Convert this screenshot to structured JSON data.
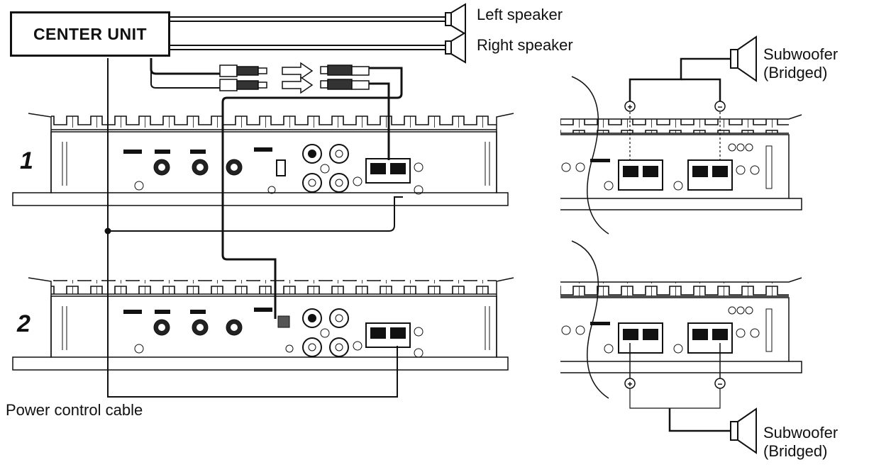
{
  "center_unit": {
    "label": "CENTER UNIT"
  },
  "speakers": {
    "left": "Left speaker",
    "right": "Right speaker"
  },
  "subwoofer_top": {
    "line1": "Subwoofer",
    "line2": "(Bridged)"
  },
  "subwoofer_bottom": {
    "line1": "Subwoofer",
    "line2": "(Bridged)"
  },
  "amplifiers": [
    {
      "number": "1"
    },
    {
      "number": "2"
    }
  ],
  "power_cable": {
    "label": "Power control cable"
  },
  "polarity": {
    "plus": "+",
    "minus": "−"
  }
}
